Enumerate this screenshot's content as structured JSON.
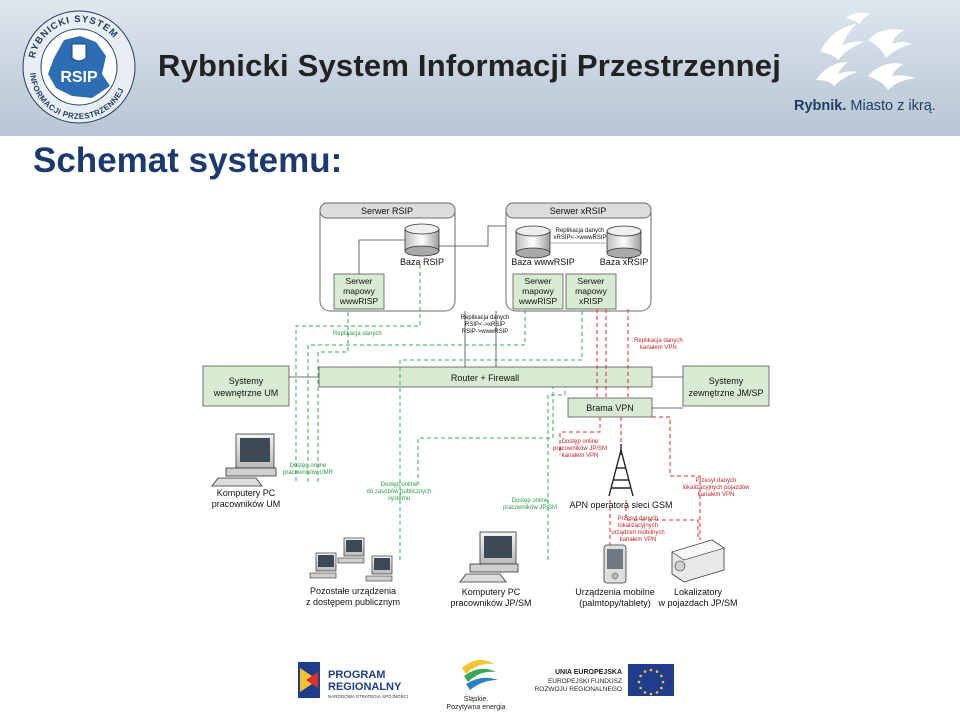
{
  "header": {
    "title": "Rybnicki System Informacji Przestrzennej",
    "logo": {
      "ring_text_top": "RYBNICKI SYSTEM",
      "ring_text_bottom": "INFORMACJI PRZESTRZENNEJ",
      "center_text": "RSIP"
    },
    "slogan_city": "Rybnik.",
    "slogan_rest": " Miasto z ikrą."
  },
  "page_title": "Schemat systemu:",
  "diagram": {
    "server_rsip": {
      "title": "Serwer RSIP",
      "db_label": "Baza RSIP",
      "map_server": [
        "Serwer",
        "mapowy",
        "wwwRISP"
      ]
    },
    "server_xrsip": {
      "title": "Serwer xRSIP",
      "replication_note": [
        "Replikacja danych",
        "xRSIP<->wwwRSIP"
      ],
      "db_www_label": "Baza wwwRSIP",
      "db_x_label": "Baza xRSIP",
      "map_server_www": [
        "Serwer",
        "mapowy",
        "wwwRISP"
      ],
      "map_server_x": [
        "Serwer",
        "mapowy",
        "xRISP"
      ]
    },
    "replication_center": [
      "Replikacja danych",
      "RSIP<->xRSIP",
      "RSIP->wwwRSIP"
    ],
    "replication_left": "Replikacja danych",
    "replication_vpn": [
      "Replikacja danych",
      "kanałem VPN"
    ],
    "router_label": "Router + Firewall",
    "vpn_gateway_label": "Brama VPN",
    "internal_systems": [
      "Systemy",
      "wewnętrzne UM"
    ],
    "external_systems": [
      "Systemy",
      "zewnętrzne JM/SP"
    ],
    "access_um": [
      "Dostęp online",
      "pracowników UMR"
    ],
    "access_public": [
      "Dostęp online",
      "do zasobów publicznych",
      "systemu"
    ],
    "access_jpsm": [
      "Dostęp online",
      "pracowników JP/SM"
    ],
    "access_vpn": [
      "Dostęp online",
      "pracowników JP/SM",
      "kanałem VPN"
    ],
    "apn_label": "APN operatora sieci GSM",
    "transfer_mobile": [
      "Przesył danych",
      "lokalizacyjnych",
      "urządzeń mobilnych",
      "kanałem VPN"
    ],
    "transfer_vehicles": [
      "Przesył danych",
      "lokalizacyjnych pojazdów",
      "kanałem VPN"
    ],
    "pc_um": [
      "Komputery PC",
      "pracowników UM"
    ],
    "public_devices": [
      "Pozostałe urządzenia",
      "z dostępem publicznym"
    ],
    "pc_jpsm": [
      "Komputery PC",
      "pracowników JP/SM"
    ],
    "mobile_devices": [
      "Urządzenia mobilne",
      "(palmtopy/tablety)"
    ],
    "locators": [
      "Lokalizatory",
      "w pojazdach JP/SM"
    ]
  },
  "footer": {
    "program_line1": "PROGRAM",
    "program_line2": "REGIONALNY",
    "program_line3": "NARODOWA STRATEGIA SPÓJNOŚCI",
    "silesia_line1": "Śląskie.",
    "silesia_line2": "Pozytywna energia",
    "eu_line1": "UNIA EUROPEJSKA",
    "eu_line2": "EUROPEJSKI FUNDUSZ",
    "eu_line3": "ROZWOJU REGIONALNEGO"
  },
  "colors": {
    "title_blue": "#1d3a6e",
    "green_line": "#3aa85a",
    "red_line": "#d9302f",
    "blue_line": "#2c7fc1",
    "box_fill": "#d9ead3"
  }
}
